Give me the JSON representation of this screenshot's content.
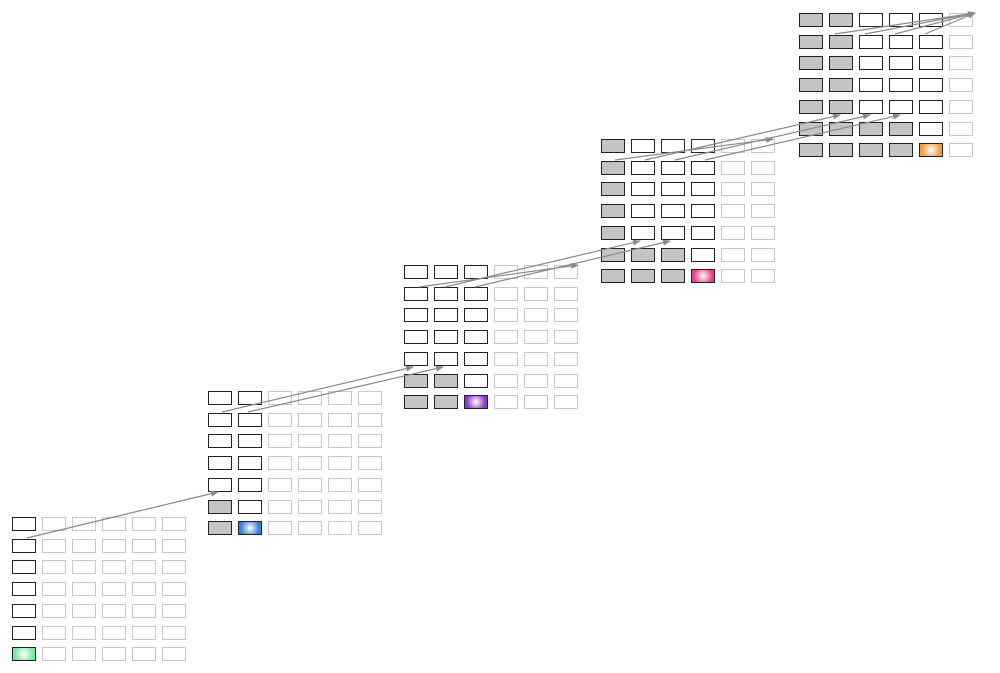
{
  "colors": {
    "filled": "#c4c4c4",
    "empty_border": "#222222",
    "faded_border": "#c9c9c9",
    "arrow": "#8a8a8a",
    "highlights": [
      "#7de8a0",
      "#3b7fd6",
      "#8a38c9",
      "#ea3d8c",
      "#f0a040"
    ]
  },
  "stages": [
    {
      "rows": [
        [
          "empty",
          "faded",
          "faded",
          "faded",
          "faded",
          "faded"
        ],
        [
          "empty",
          "faded",
          "faded",
          "faded",
          "faded",
          "faded"
        ],
        [
          "empty",
          "faded",
          "faded",
          "faded",
          "faded",
          "faded"
        ],
        [
          "empty",
          "faded",
          "faded",
          "faded",
          "faded",
          "faded"
        ],
        [
          "empty",
          "faded",
          "faded",
          "faded",
          "faded",
          "faded"
        ],
        [
          "empty",
          "faded",
          "faded",
          "faded",
          "faded",
          "faded"
        ],
        [
          "highlight",
          "faded",
          "faded",
          "faded",
          "faded",
          "faded"
        ]
      ],
      "highlight_color": "#7de8a0"
    },
    {
      "rows": [
        [
          "empty",
          "empty",
          "faded",
          "faded",
          "faded",
          "faded"
        ],
        [
          "empty",
          "empty",
          "faded",
          "faded",
          "faded",
          "faded"
        ],
        [
          "empty",
          "empty",
          "faded",
          "faded",
          "faded",
          "faded"
        ],
        [
          "empty",
          "empty",
          "faded",
          "faded",
          "faded",
          "faded"
        ],
        [
          "empty",
          "empty",
          "faded",
          "faded",
          "faded",
          "faded"
        ],
        [
          "filled",
          "empty",
          "faded",
          "faded",
          "faded",
          "faded"
        ],
        [
          "filled",
          "highlight",
          "faded",
          "faded",
          "faded",
          "faded"
        ]
      ],
      "highlight_color": "#3b7fd6"
    },
    {
      "rows": [
        [
          "empty",
          "empty",
          "empty",
          "faded",
          "faded",
          "faded"
        ],
        [
          "empty",
          "empty",
          "empty",
          "faded",
          "faded",
          "faded"
        ],
        [
          "empty",
          "empty",
          "empty",
          "faded",
          "faded",
          "faded"
        ],
        [
          "empty",
          "empty",
          "empty",
          "faded",
          "faded",
          "faded"
        ],
        [
          "empty",
          "empty",
          "empty",
          "faded",
          "faded",
          "faded"
        ],
        [
          "filled",
          "filled",
          "empty",
          "faded",
          "faded",
          "faded"
        ],
        [
          "filled",
          "filled",
          "highlight",
          "faded",
          "faded",
          "faded"
        ]
      ],
      "highlight_color": "#8a38c9"
    },
    {
      "rows": [
        [
          "filled",
          "empty",
          "empty",
          "empty",
          "faded",
          "faded"
        ],
        [
          "filled",
          "empty",
          "empty",
          "empty",
          "faded",
          "faded"
        ],
        [
          "filled",
          "empty",
          "empty",
          "empty",
          "faded",
          "faded"
        ],
        [
          "filled",
          "empty",
          "empty",
          "empty",
          "faded",
          "faded"
        ],
        [
          "filled",
          "empty",
          "empty",
          "empty",
          "faded",
          "faded"
        ],
        [
          "filled",
          "filled",
          "filled",
          "empty",
          "faded",
          "faded"
        ],
        [
          "filled",
          "filled",
          "filled",
          "highlight",
          "faded",
          "faded"
        ]
      ],
      "highlight_color": "#ea3d8c"
    },
    {
      "rows": [
        [
          "filled",
          "filled",
          "empty",
          "empty",
          "empty",
          "faded"
        ],
        [
          "filled",
          "filled",
          "empty",
          "empty",
          "empty",
          "faded"
        ],
        [
          "filled",
          "filled",
          "empty",
          "empty",
          "empty",
          "faded"
        ],
        [
          "filled",
          "filled",
          "empty",
          "empty",
          "empty",
          "faded"
        ],
        [
          "filled",
          "filled",
          "empty",
          "empty",
          "empty",
          "faded"
        ],
        [
          "filled",
          "filled",
          "filled",
          "filled",
          "empty",
          "faded"
        ],
        [
          "filled",
          "filled",
          "filled",
          "filled",
          "highlight",
          "faded"
        ]
      ],
      "highlight_color": "#f0a040"
    }
  ]
}
